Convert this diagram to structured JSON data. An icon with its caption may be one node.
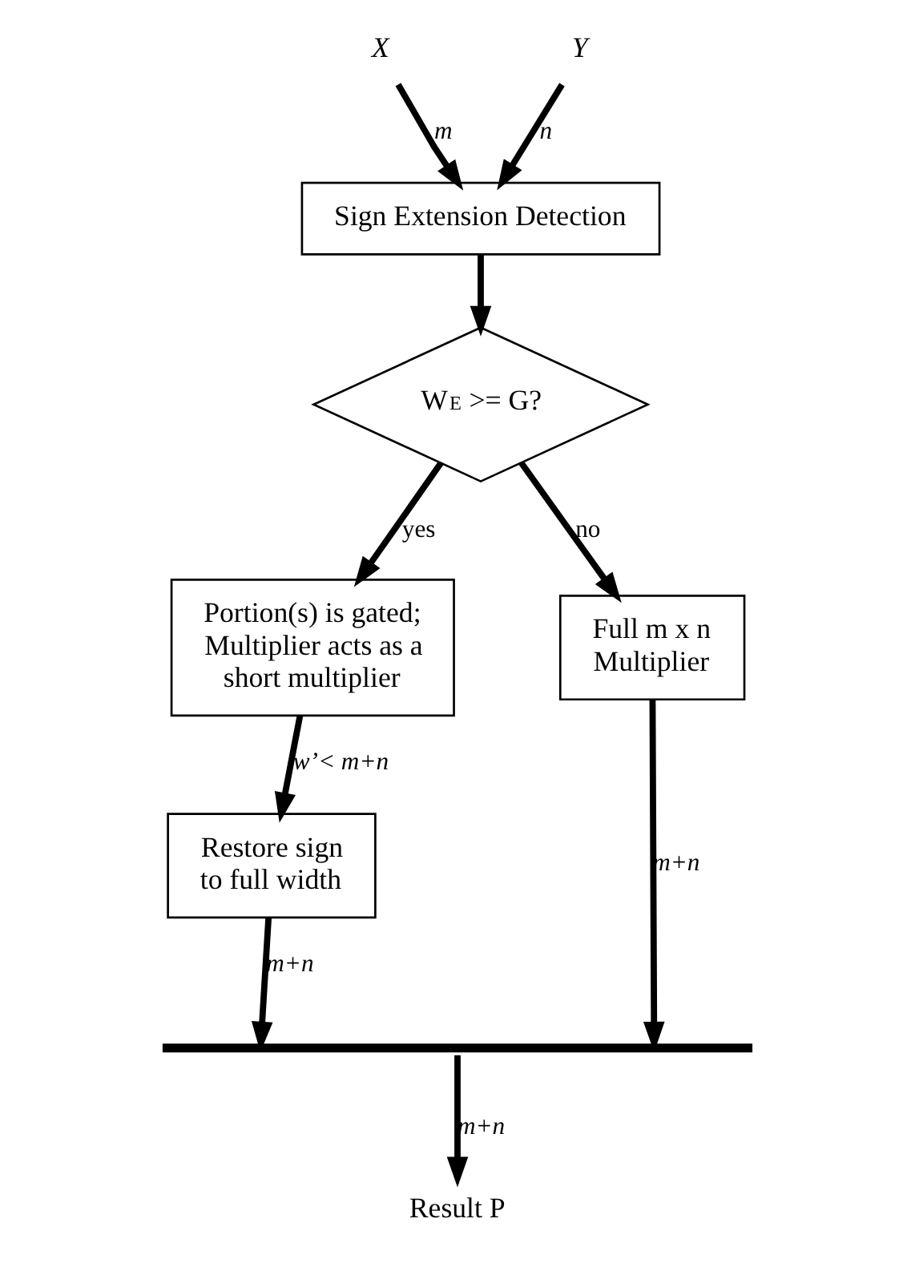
{
  "diagram": {
    "nodes": [
      {
        "text": [
          "X"
        ]
      },
      {
        "text": [
          "Y"
        ]
      },
      {
        "text": [
          "Sign Extension Detection"
        ]
      },
      {
        "text": [
          "W$_{E}$ >= G?"
        ]
      },
      {
        "text": [
          "Portion(s) is gated; Multiplier acts as a short multiplier"
        ]
      },
      {
        "text": [
          "Full m x n Multiplier"
        ]
      },
      {
        "text": [
          "Restore sign to full width"
        ]
      },
      {
        "text": [],
        "shape": "bar"
      },
      {
        "text": [
          "Result P"
        ]
      }
    ],
    "edges": [
      {
        "from": 0,
        "to": 2,
        "arrow": "to",
        "label": "m"
      },
      {
        "from": 1,
        "to": 2,
        "arrow": "to",
        "label": "n"
      },
      {
        "from": 2,
        "to": 3,
        "arrow": "to"
      },
      {
        "from": 3,
        "to": 4,
        "arrow": "to",
        "label": "yes"
      },
      {
        "from": 3,
        "to": 5,
        "arrow": "to",
        "label": "no"
      },
      {
        "from": 4,
        "to": 6,
        "arrow": "to",
        "label": "w’< m+n"
      },
      {
        "from": 6,
        "to": 7,
        "arrow": "to",
        "label": "m+n"
      },
      {
        "from": 5,
        "to": 7,
        "arrow": "to",
        "label": "m+n"
      },
      {
        "from": 7,
        "to": 8,
        "arrow": "to",
        "label": "m+n"
      }
    ]
  }
}
